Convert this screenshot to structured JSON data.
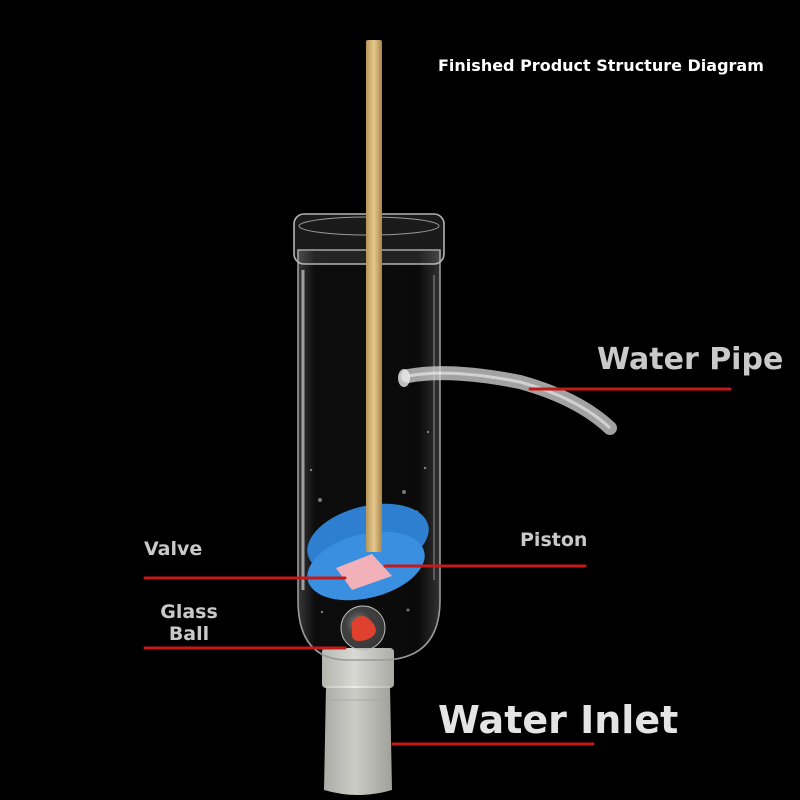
{
  "title": "Finished Product Structure Diagram",
  "labels": {
    "water_pipe": "Water Pipe",
    "valve": "Valve",
    "piston": "Piston",
    "glass_ball_line1": "Glass",
    "glass_ball_line2": "Ball",
    "water_inlet": "Water Inlet"
  },
  "colors": {
    "background": "#000000",
    "leader_line": "#c81818",
    "label_text": "#c9c9c9",
    "piston_blue": "#3a8fe0",
    "valve_pink": "#f2b0b8",
    "wooden_rod": "#d8b878",
    "glass_ball_red": "#e0402e"
  }
}
